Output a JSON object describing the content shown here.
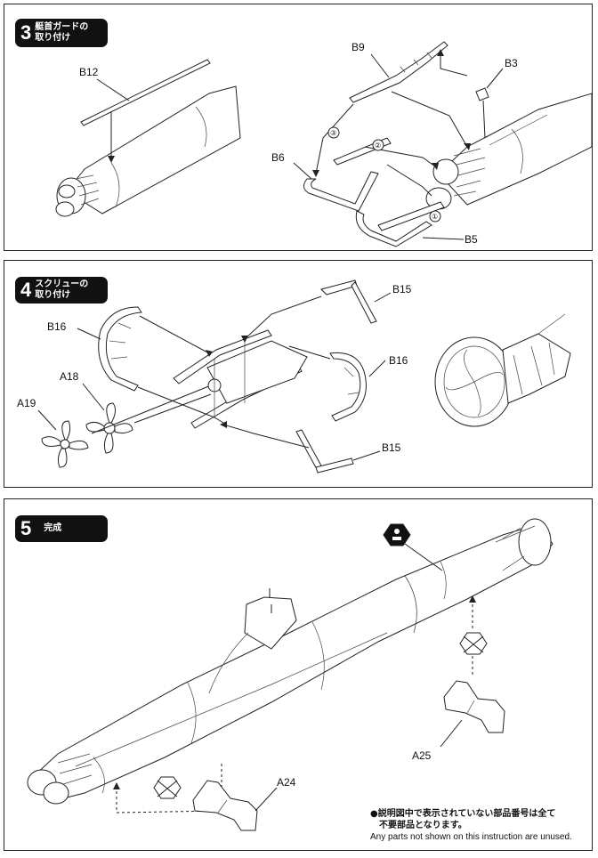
{
  "steps": [
    {
      "number": "3",
      "title_line1": "艇首ガードの",
      "title_line2": "取り付け",
      "labels": {
        "b12": "B12",
        "b9": "B9",
        "b3": "B3",
        "b6": "B6",
        "b5": "B5"
      },
      "order_marks": {
        "m1": "①",
        "m2": "②",
        "m3": "③"
      }
    },
    {
      "number": "4",
      "title_line1": "スクリューの",
      "title_line2": "取り付け",
      "labels": {
        "b15_top": "B15",
        "b16_left": "B16",
        "a18": "A18",
        "a19": "A19",
        "b16_right": "B16",
        "b15_bottom": "B15"
      }
    },
    {
      "number": "5",
      "title_line1": "完成",
      "title_line2": "",
      "labels": {
        "a25": "A25",
        "a24": "A24"
      }
    }
  ],
  "note": {
    "japanese_line1": "●説明図中で表示されていない部品番号は全て",
    "japanese_line2": "不要部品となります。",
    "english": "Any parts not shown on this instruction are unused."
  }
}
